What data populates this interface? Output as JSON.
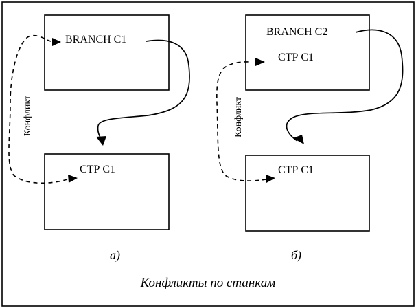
{
  "diagram": {
    "left_panel": {
      "top_box_label": "BRANCH  C1",
      "bottom_box_label": "СТР  С1",
      "conflict_label": "Конфликт",
      "caption": "а)"
    },
    "right_panel": {
      "top_box_label_1": "BRANCH  C2",
      "top_box_label_2": "СТР  С1",
      "bottom_box_label": "СТР  С1",
      "conflict_label": "Конфликт",
      "caption": "б)"
    },
    "title": "Конфликты по станкам"
  }
}
